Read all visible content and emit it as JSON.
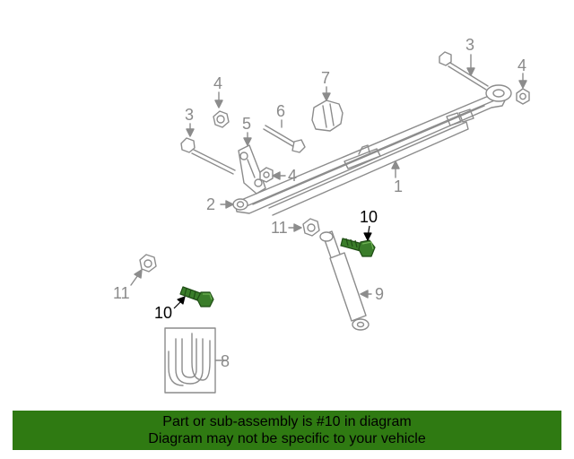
{
  "diagram": {
    "callouts": {
      "c1": "1",
      "c2": "2",
      "c3a": "3",
      "c3b": "3",
      "c4a": "4",
      "c4b": "4",
      "c4c": "4",
      "c5": "5",
      "c6": "6",
      "c7": "7",
      "c8": "8",
      "c9": "9",
      "c10a": "10",
      "c10b": "10",
      "c11a": "11",
      "c11b": "11"
    },
    "highlight_part": "10",
    "colors": {
      "line": "#8c8c8c",
      "highlight_part": "#3a7d2a",
      "highlight_text": "#000000",
      "banner": "#2f7a12"
    }
  },
  "banner": {
    "line1": "Part or sub-assembly is #10 in diagram",
    "line2": "Diagram may not be specific to your vehicle"
  }
}
